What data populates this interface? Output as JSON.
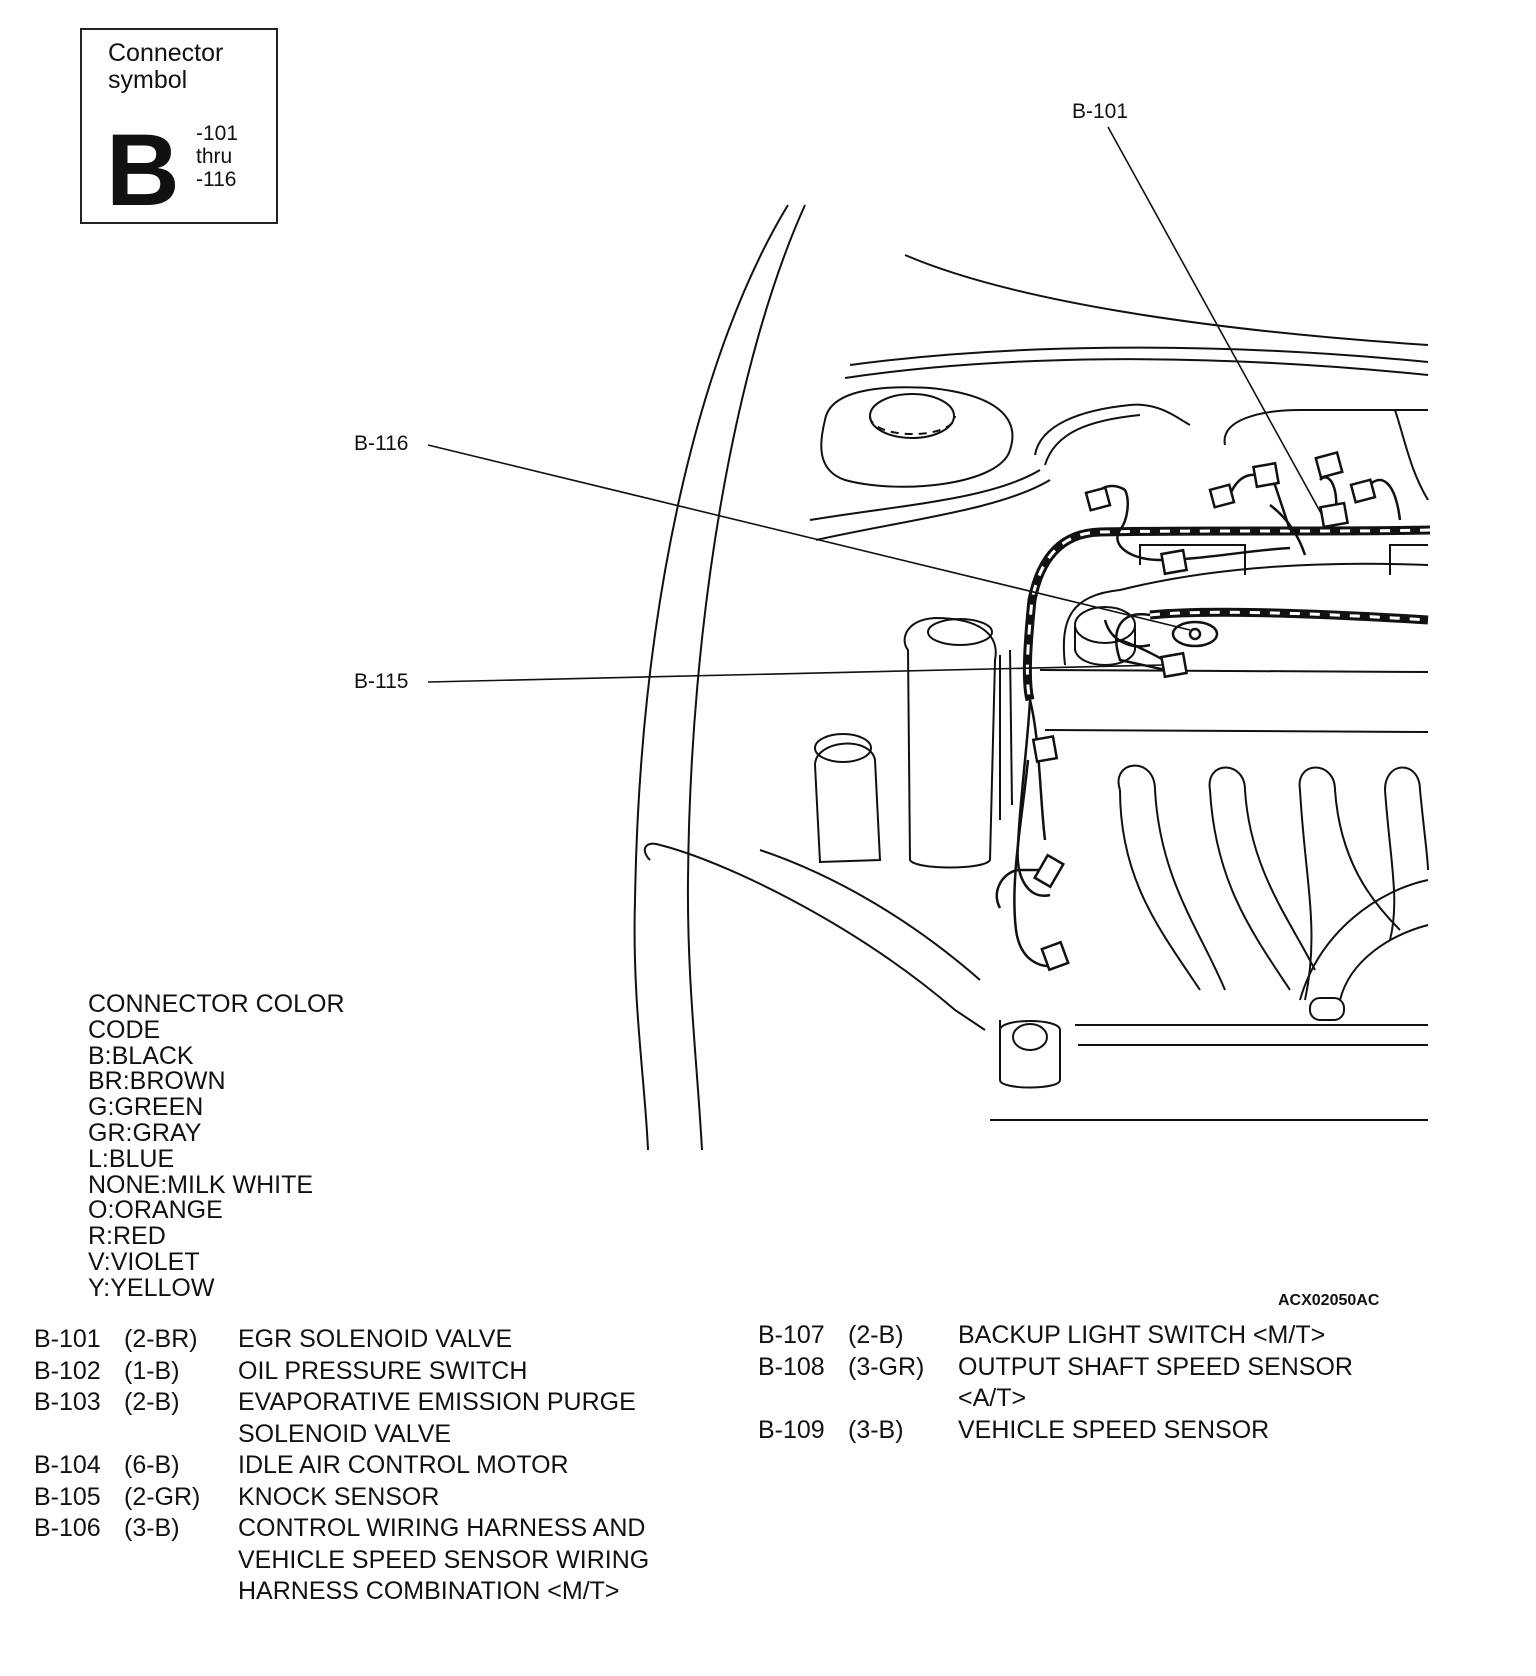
{
  "connector_symbol": {
    "title_line1": "Connector",
    "title_line2": "symbol",
    "letter": "B",
    "range_line1": "-101",
    "range_line2": "thru",
    "range_line3": "-116"
  },
  "callouts": {
    "b101": "B-101",
    "b116": "B-116",
    "b115": "B-115"
  },
  "color_code": {
    "heading_line1": "CONNECTOR COLOR",
    "heading_line2": "CODE",
    "entries": [
      "B:BLACK",
      "BR:BROWN",
      "G:GREEN",
      "GR:GRAY",
      "L:BLUE",
      "NONE:MILK WHITE",
      "O:ORANGE",
      "R:RED",
      "V:VIOLET",
      "Y:YELLOW"
    ]
  },
  "drawing_id": "ACX02050AC",
  "connectors_left": [
    {
      "id": "B-101",
      "code": "(2-BR)",
      "desc": "EGR SOLENOID VALVE"
    },
    {
      "id": "B-102",
      "code": "(1-B)",
      "desc": "OIL PRESSURE SWITCH"
    },
    {
      "id": "B-103",
      "code": "(2-B)",
      "desc": "EVAPORATIVE EMISSION PURGE\nSOLENOID VALVE"
    },
    {
      "id": "B-104",
      "code": "(6-B)",
      "desc": "IDLE AIR CONTROL MOTOR"
    },
    {
      "id": "B-105",
      "code": "(2-GR)",
      "desc": "KNOCK SENSOR"
    },
    {
      "id": "B-106",
      "code": "(3-B)",
      "desc": "CONTROL WIRING HARNESS AND\nVEHICLE SPEED SENSOR WIRING\nHARNESS COMBINATION <M/T>"
    }
  ],
  "connectors_right": [
    {
      "id": "B-107",
      "code": "(2-B)",
      "desc": "BACKUP LIGHT SWITCH <M/T>"
    },
    {
      "id": "B-108",
      "code": "(3-GR)",
      "desc": "OUTPUT SHAFT SPEED SENSOR\n<A/T>"
    },
    {
      "id": "B-109",
      "code": "(3-B)",
      "desc": "VEHICLE SPEED SENSOR"
    }
  ]
}
